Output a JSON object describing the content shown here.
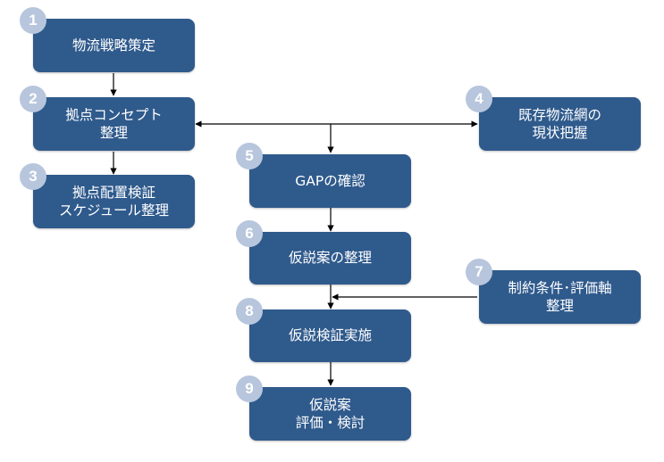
{
  "colors": {
    "node_fill": "#2f5a8c",
    "badge_fill": "#b7c6dd",
    "line": "#000000"
  },
  "steps": [
    {
      "number": "1",
      "label": "物流戦略策定"
    },
    {
      "number": "2",
      "label": "拠点コンセプト\n整理"
    },
    {
      "number": "3",
      "label": "拠点配置検証\nスケジュール整理"
    },
    {
      "number": "4",
      "label": "既存物流網の\n現状把握"
    },
    {
      "number": "5",
      "label": "GAPの確認"
    },
    {
      "number": "6",
      "label": "仮説案の整理"
    },
    {
      "number": "7",
      "label": "制約条件･評価軸\n整理"
    },
    {
      "number": "8",
      "label": "仮説検証実施"
    },
    {
      "number": "9",
      "label": "仮説案\n評価・検討"
    }
  ]
}
